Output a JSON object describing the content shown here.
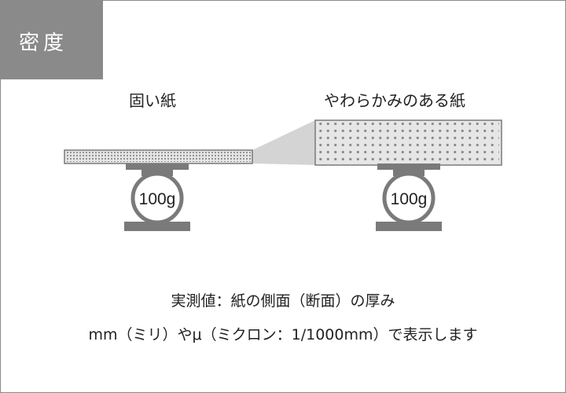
{
  "title": "密度",
  "hard_paper": {
    "label": "固い紙",
    "scale_label": "100g"
  },
  "soft_paper": {
    "label": "やわらかみのある紙",
    "scale_label": "100g"
  },
  "caption": {
    "line1": "実測値：紙の側面（断面）の厚み",
    "line2": "mm（ミリ）やμ（ミクロン：1/1000mm）で表示します"
  },
  "colors": {
    "frame": "#8a8a8a",
    "title_bg": "#8a8a8a",
    "scale_gray": "#7a7a7a",
    "paper_fill": "#e6e6e6",
    "dot": "#8a8a8a",
    "zoom_wedge": "#d4d4d4"
  }
}
